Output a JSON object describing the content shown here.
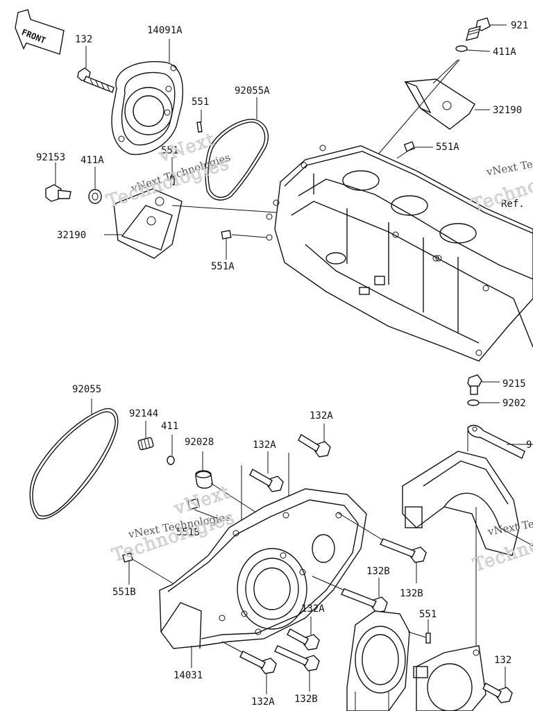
{
  "front_arrow": "FRONT",
  "ref_note": "Ref.",
  "watermark": {
    "line1": "vNext Technologies",
    "line2": "vNext",
    "line3": "Technologies"
  },
  "labels": [
    {
      "id": "l1",
      "text": "132"
    },
    {
      "id": "l2",
      "text": "14091A"
    },
    {
      "id": "l3",
      "text": "921"
    },
    {
      "id": "l4",
      "text": "411A"
    },
    {
      "id": "l5",
      "text": "92055A"
    },
    {
      "id": "l6",
      "text": "551"
    },
    {
      "id": "l7",
      "text": "32190"
    },
    {
      "id": "l8",
      "text": "551"
    },
    {
      "id": "l9",
      "text": "551A"
    },
    {
      "id": "l10",
      "text": "92153"
    },
    {
      "id": "l11",
      "text": "411A"
    },
    {
      "id": "l12",
      "text": "32190"
    },
    {
      "id": "l13",
      "text": "551A"
    },
    {
      "id": "l14",
      "text": "92055"
    },
    {
      "id": "l15",
      "text": "92144"
    },
    {
      "id": "l16",
      "text": "411"
    },
    {
      "id": "l17",
      "text": "132A"
    },
    {
      "id": "l18",
      "text": "92028"
    },
    {
      "id": "l19",
      "text": "132A"
    },
    {
      "id": "l20",
      "text": "9215"
    },
    {
      "id": "l21",
      "text": "9202"
    },
    {
      "id": "l22",
      "text": "9"
    },
    {
      "id": "l23",
      "text": "551B"
    },
    {
      "id": "l24",
      "text": "551B"
    },
    {
      "id": "l25",
      "text": "132B"
    },
    {
      "id": "l26",
      "text": "132B"
    },
    {
      "id": "l27",
      "text": "132A"
    },
    {
      "id": "l28",
      "text": "551"
    },
    {
      "id": "l29",
      "text": "14031"
    },
    {
      "id": "l30",
      "text": "132"
    },
    {
      "id": "l31",
      "text": "132A"
    },
    {
      "id": "l32",
      "text": "132B"
    }
  ]
}
